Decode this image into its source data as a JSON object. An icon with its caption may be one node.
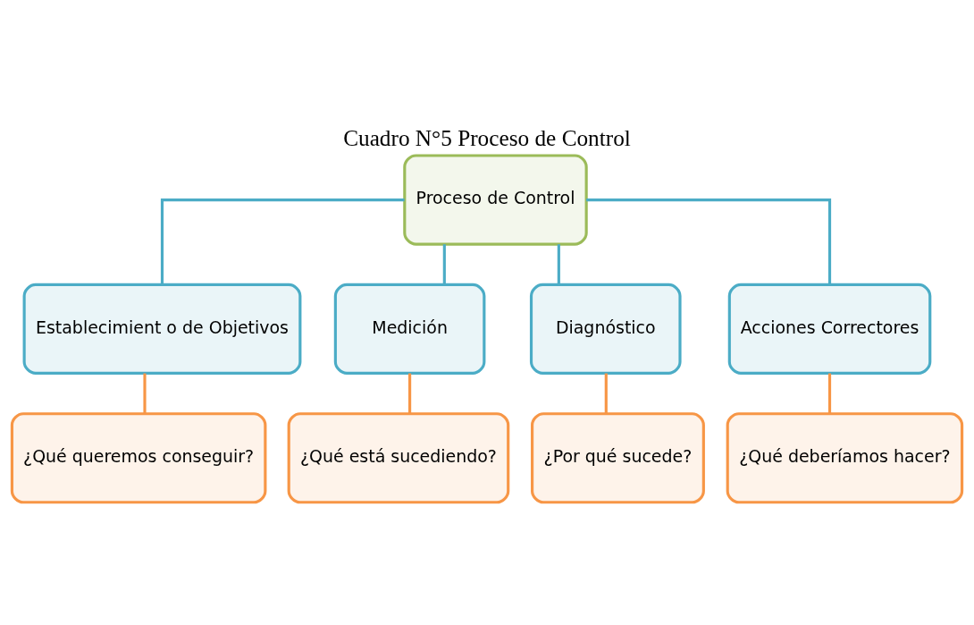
{
  "diagram": {
    "title": "Cuadro N°5 Proceso de Control",
    "nodes": [
      {
        "text": [
          "Proceso de Control"
        ]
      },
      {
        "text": [
          "Establecimient o de Objetivos"
        ]
      },
      {
        "text": [
          "Medición"
        ]
      },
      {
        "text": [
          "Diagnóstico"
        ]
      },
      {
        "text": [
          "Acciones Correctores"
        ]
      },
      {
        "text": [
          "¿Qué queremos conseguir?"
        ]
      },
      {
        "text": [
          "¿Qué está sucediendo?"
        ]
      },
      {
        "text": [
          "¿Por qué sucede?"
        ]
      },
      {
        "text": [
          "¿Qué deberíamos hacer?"
        ]
      }
    ],
    "edges": [
      {
        "from": 0,
        "to": 1,
        "arrow": "none",
        "color": "#4bacc6"
      },
      {
        "from": 0,
        "to": 2,
        "arrow": "none",
        "color": "#4bacc6"
      },
      {
        "from": 0,
        "to": 3,
        "arrow": "none",
        "color": "#4bacc6"
      },
      {
        "from": 0,
        "to": 4,
        "arrow": "none",
        "color": "#4bacc6"
      },
      {
        "from": 1,
        "to": 5,
        "arrow": "none",
        "color": "#f79646"
      },
      {
        "from": 2,
        "to": 6,
        "arrow": "none",
        "color": "#f79646"
      },
      {
        "from": 3,
        "to": 7,
        "arrow": "none",
        "color": "#f79646"
      },
      {
        "from": 4,
        "to": 8,
        "arrow": "none",
        "color": "#f79646"
      }
    ]
  }
}
